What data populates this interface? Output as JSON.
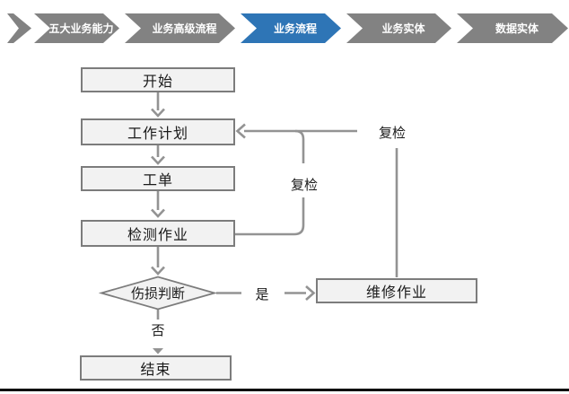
{
  "nav": {
    "items": [
      {
        "label": "五大业务能力",
        "active": false
      },
      {
        "label": "业务高级流程",
        "active": false
      },
      {
        "label": "业务流程",
        "active": true
      },
      {
        "label": "业务实体",
        "active": false
      },
      {
        "label": "数据实体",
        "active": false
      }
    ],
    "colors": {
      "inactive": "#828282",
      "active": "#2E75B6",
      "text": "#ffffff"
    }
  },
  "flowchart": {
    "nodes": {
      "start": "开始",
      "plan": "工作计划",
      "order": "工单",
      "inspect": "检测作业",
      "decision": "伤损判断",
      "end": "结束",
      "repair": "维修作业"
    },
    "edge_labels": {
      "recheck_inner": "复检",
      "recheck_outer": "复检",
      "yes": "是",
      "no": "否"
    },
    "colors": {
      "node_fill": "#F2F2F2",
      "node_border": "#7C7C7C",
      "connector": "#939393",
      "text": "#1a1a1a"
    }
  }
}
